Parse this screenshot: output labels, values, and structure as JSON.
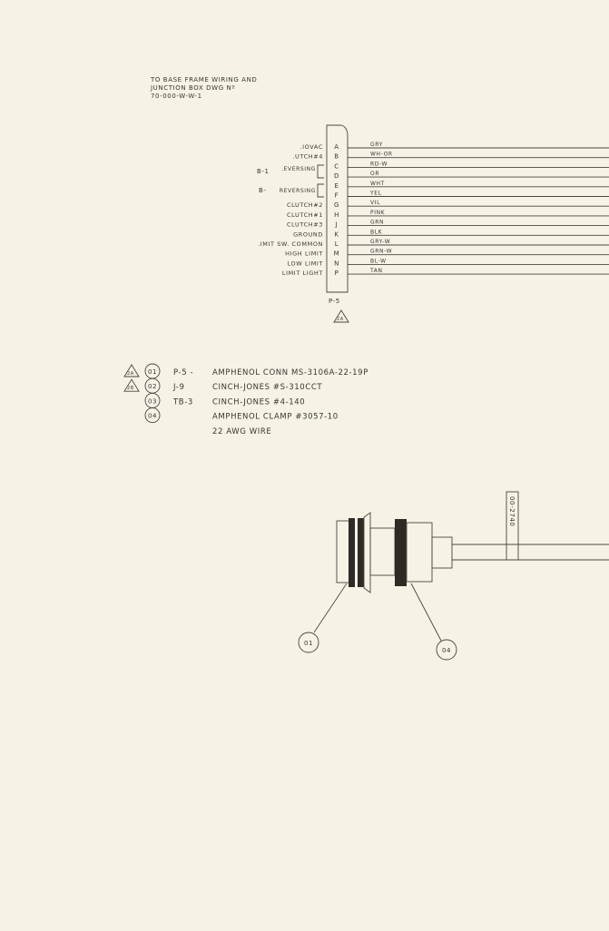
{
  "note": {
    "lines": [
      "TO BASE FRAME WIRING AND",
      "JUNCTION BOX DWG Nº",
      "70-000-W-W-1"
    ]
  },
  "connector": {
    "name": "P-5",
    "revision_mark": "2A",
    "pins": [
      {
        "pin": "A",
        "function": ".IOVAC",
        "wire": "GRY"
      },
      {
        "pin": "B",
        "function": ".UTCH#4",
        "wire": "WH-OR"
      },
      {
        "pin": "C",
        "function": "",
        "wire": "RD-W"
      },
      {
        "pin": "D",
        "function": "",
        "wire": "OR"
      },
      {
        "pin": "E",
        "function": "",
        "wire": "WHT"
      },
      {
        "pin": "F",
        "function": "",
        "wire": "YEL"
      },
      {
        "pin": "G",
        "function": "CLUTCH#2",
        "wire": "VIL"
      },
      {
        "pin": "H",
        "function": "CLUTCH#1",
        "wire": "PINK"
      },
      {
        "pin": "J",
        "function": "CLUTCH#3",
        "wire": "GRN"
      },
      {
        "pin": "K",
        "function": "GROUND",
        "wire": "BLK"
      },
      {
        "pin": "L",
        "function": ".IMIT SW. COMMON",
        "wire": "GRY-W"
      },
      {
        "pin": "M",
        "function": "HIGH LIMIT",
        "wire": "GRN-W"
      },
      {
        "pin": "N",
        "function": "LOW LIMIT",
        "wire": "BL-W"
      },
      {
        "pin": "P",
        "function": "LIMIT LIGHT",
        "wire": "TAN"
      }
    ],
    "groups": [
      {
        "prefix": "B-1",
        "label": ".EVERSING"
      },
      {
        "prefix": "B-",
        "label": "REVERSING"
      }
    ]
  },
  "parts_list": [
    {
      "rev": "2A",
      "item": "01",
      "ref": "P-5 -",
      "desc": "AMPHENOL CONN MS-3106A-22-19P"
    },
    {
      "rev": "2B",
      "item": "02",
      "ref": "J-9",
      "desc": "CINCH-JONES #S-310CCT"
    },
    {
      "rev": "",
      "item": "03",
      "ref": "TB-3",
      "desc": "CINCH-JONES #4-140"
    },
    {
      "rev": "",
      "item": "04",
      "ref": "",
      "desc": "AMPHENOL CLAMP #3057-10"
    },
    {
      "rev": "",
      "item": "",
      "ref": "",
      "desc": "22 AWG WIRE"
    }
  ],
  "assembly": {
    "cable_tag": "00-2740",
    "callouts": [
      "01",
      "04"
    ]
  }
}
